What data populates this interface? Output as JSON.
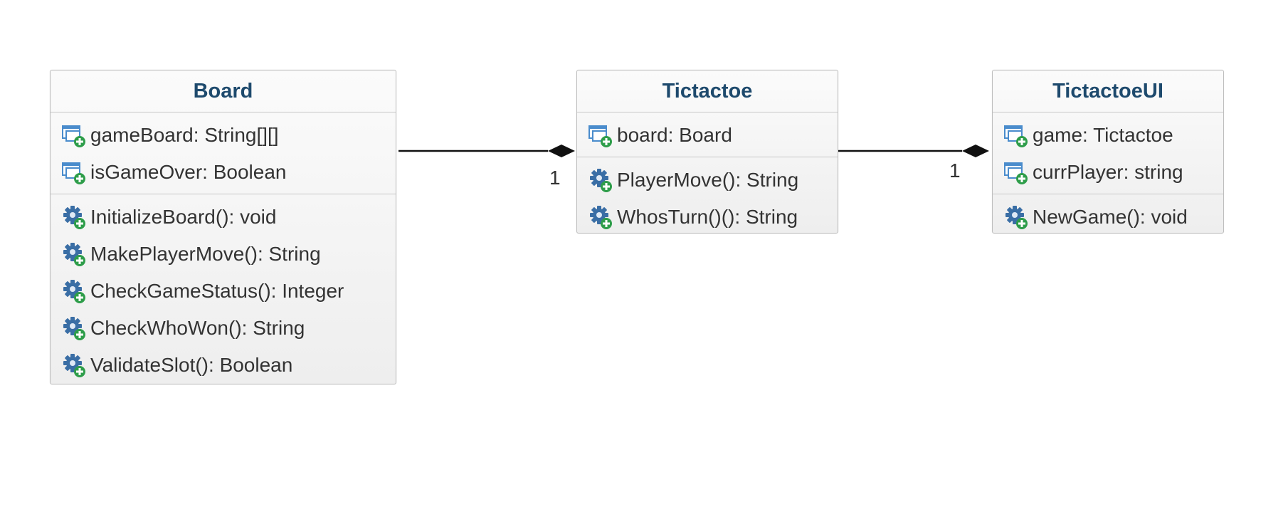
{
  "classes": [
    {
      "name": "Board",
      "attributes": [
        {
          "text": "gameBoard: String[][]",
          "icon": "attribute-icon"
        },
        {
          "text": "isGameOver: Boolean",
          "icon": "attribute-icon"
        }
      ],
      "operations": [
        {
          "text": "InitializeBoard(): void",
          "icon": "operation-icon"
        },
        {
          "text": "MakePlayerMove(): String",
          "icon": "operation-icon"
        },
        {
          "text": "CheckGameStatus(): Integer",
          "icon": "operation-icon"
        },
        {
          "text": "CheckWhoWon(): String",
          "icon": "operation-icon"
        },
        {
          "text": "ValidateSlot(): Boolean",
          "icon": "operation-icon"
        }
      ]
    },
    {
      "name": "Tictactoe",
      "attributes": [
        {
          "text": "board: Board",
          "icon": "attribute-icon"
        }
      ],
      "operations": [
        {
          "text": "PlayerMove(): String",
          "icon": "operation-icon"
        },
        {
          "text": "WhosTurn()(): String",
          "icon": "operation-icon"
        }
      ]
    },
    {
      "name": "TictactoeUI",
      "attributes": [
        {
          "text": "game: Tictactoe",
          "icon": "attribute-icon"
        },
        {
          "text": "currPlayer: string",
          "icon": "attribute-icon"
        }
      ],
      "operations": [
        {
          "text": "NewGame(): void",
          "icon": "operation-icon"
        }
      ]
    }
  ],
  "associations": [
    {
      "from": "Board",
      "to": "Tictactoe",
      "type": "composition",
      "multiplicity": "1"
    },
    {
      "from": "Tictactoe",
      "to": "TictactoeUI",
      "type": "composition",
      "multiplicity": "1"
    }
  ],
  "colors": {
    "title": "#1e4a6d",
    "text": "#333333",
    "border": "#bdbdbd",
    "attribute_icon": "#4a8ccc",
    "operation_icon": "#3a6ea5",
    "plus": "#2e9d4a"
  }
}
